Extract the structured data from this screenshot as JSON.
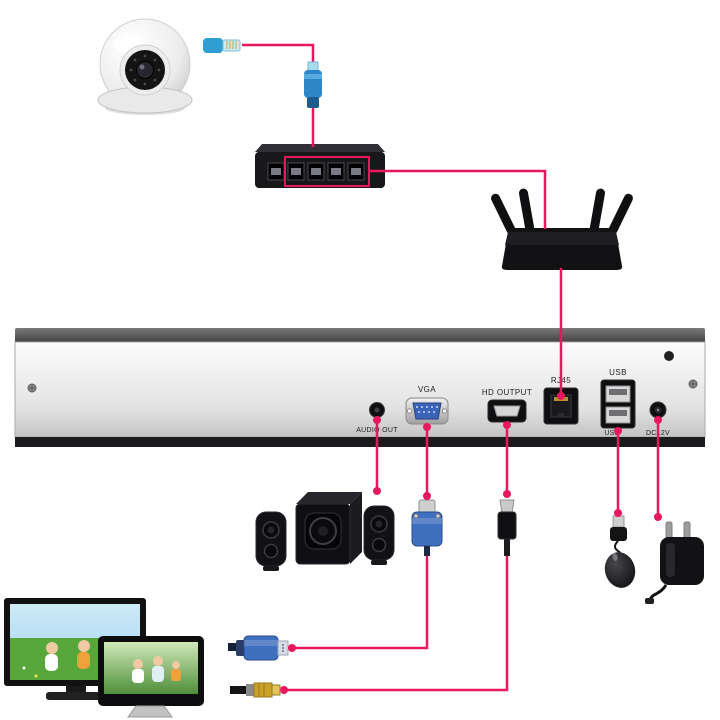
{
  "colors": {
    "connection_line": "#e8185d",
    "vga_connector_blue": "#3f6fbf",
    "ethernet_plug_blue": "#2e9fd0",
    "device_black": "#141416",
    "nvr_panel_light": "#ededed",
    "gold_connector": "#c9a227"
  },
  "nvr": {
    "ports": {
      "audio_out": {
        "label": "AUDIO OUT"
      },
      "vga": {
        "label": "VGA"
      },
      "hd_output": {
        "label": "HD OUTPUT"
      },
      "rj45": {
        "label": "RJ45"
      },
      "usb_top": {
        "label": "USB"
      },
      "usb_bottom": {
        "label": "USB"
      },
      "dc_12v": {
        "label": "DC12V"
      }
    }
  }
}
